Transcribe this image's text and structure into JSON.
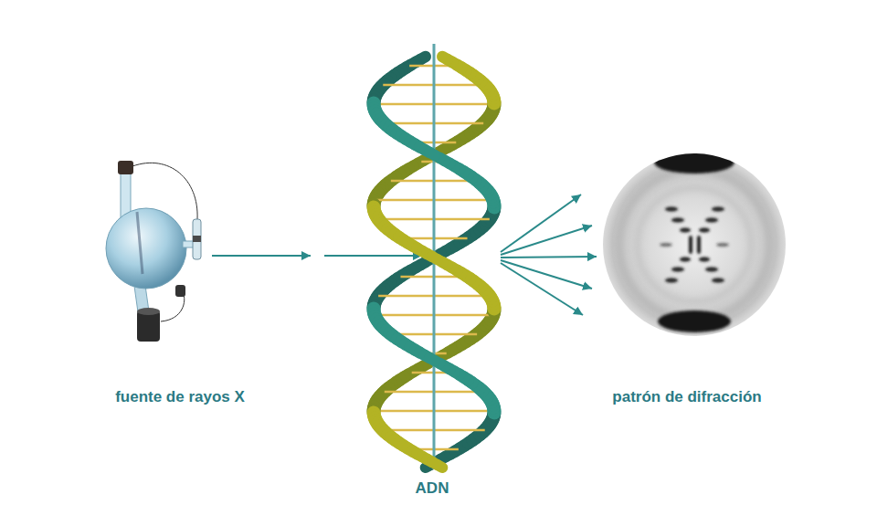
{
  "diagram": {
    "labels": [
      "fuente de rayos X",
      "ADN",
      "patrón de difracción"
    ]
  }
}
